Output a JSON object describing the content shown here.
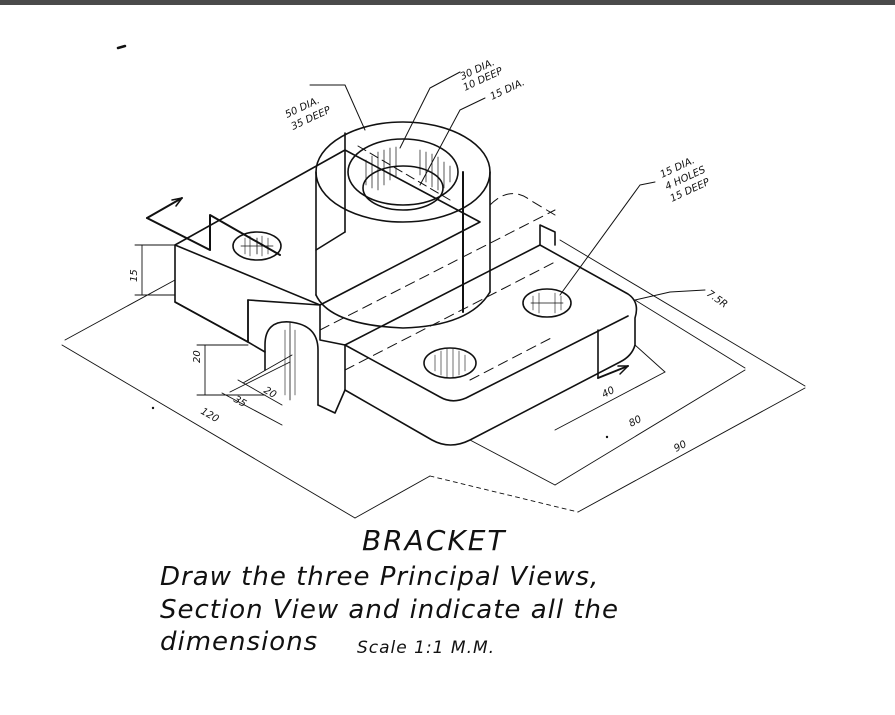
{
  "title": "BRACKET",
  "instructions": {
    "line1": "Draw the three Principal Views,",
    "line2": "Section View and indicate all the",
    "line3": "dimensions",
    "scale": "Scale 1:1 M.M."
  },
  "annotations": {
    "boss_outer_1": "50 DIA.",
    "boss_outer_2": "35 DEEP",
    "counterbore_1": "30 DIA.",
    "counterbore_2": "10 DEEP",
    "through_hole": "15 DIA.",
    "holes_1": "15 DIA.",
    "holes_2": "4 HOLES",
    "holes_3": "15 DEEP",
    "radius": "7.5R"
  },
  "dimensions": {
    "d15": "15",
    "d20_vertical": "20",
    "d20": "20",
    "d35": "35",
    "d120": "120",
    "d40": "40",
    "d80": "80",
    "d90": "90"
  }
}
